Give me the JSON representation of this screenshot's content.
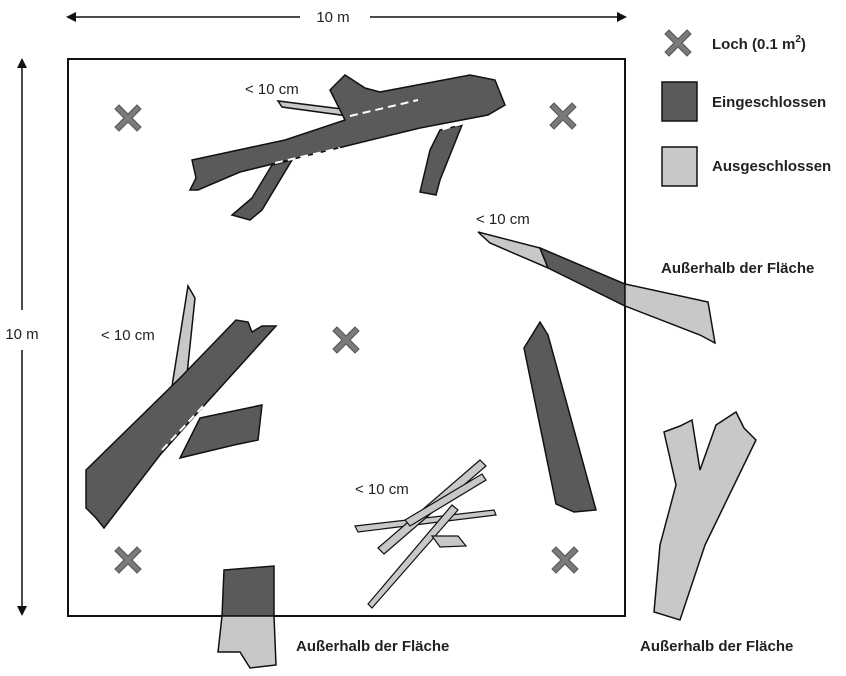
{
  "diagram": {
    "width_label": "10 m",
    "height_label": "10 m",
    "legend": {
      "hole": {
        "label_main": "Loch (0.1 m",
        "label_sup": "2",
        "label_end": ")",
        "icon": "x-mark-icon"
      },
      "included": {
        "label": "Eingeschlossen",
        "color": "#5a5a5a"
      },
      "excluded": {
        "label": "Ausgeschlossen",
        "color": "#c8c8c8"
      }
    },
    "small_label": "< 10 cm",
    "outside_label": "Außerhalb der Fläche",
    "colors": {
      "dark": "#5a5a5a",
      "light": "#c8c8c8",
      "hole_marker": "#7a7a7a",
      "outline": "#111111"
    }
  }
}
